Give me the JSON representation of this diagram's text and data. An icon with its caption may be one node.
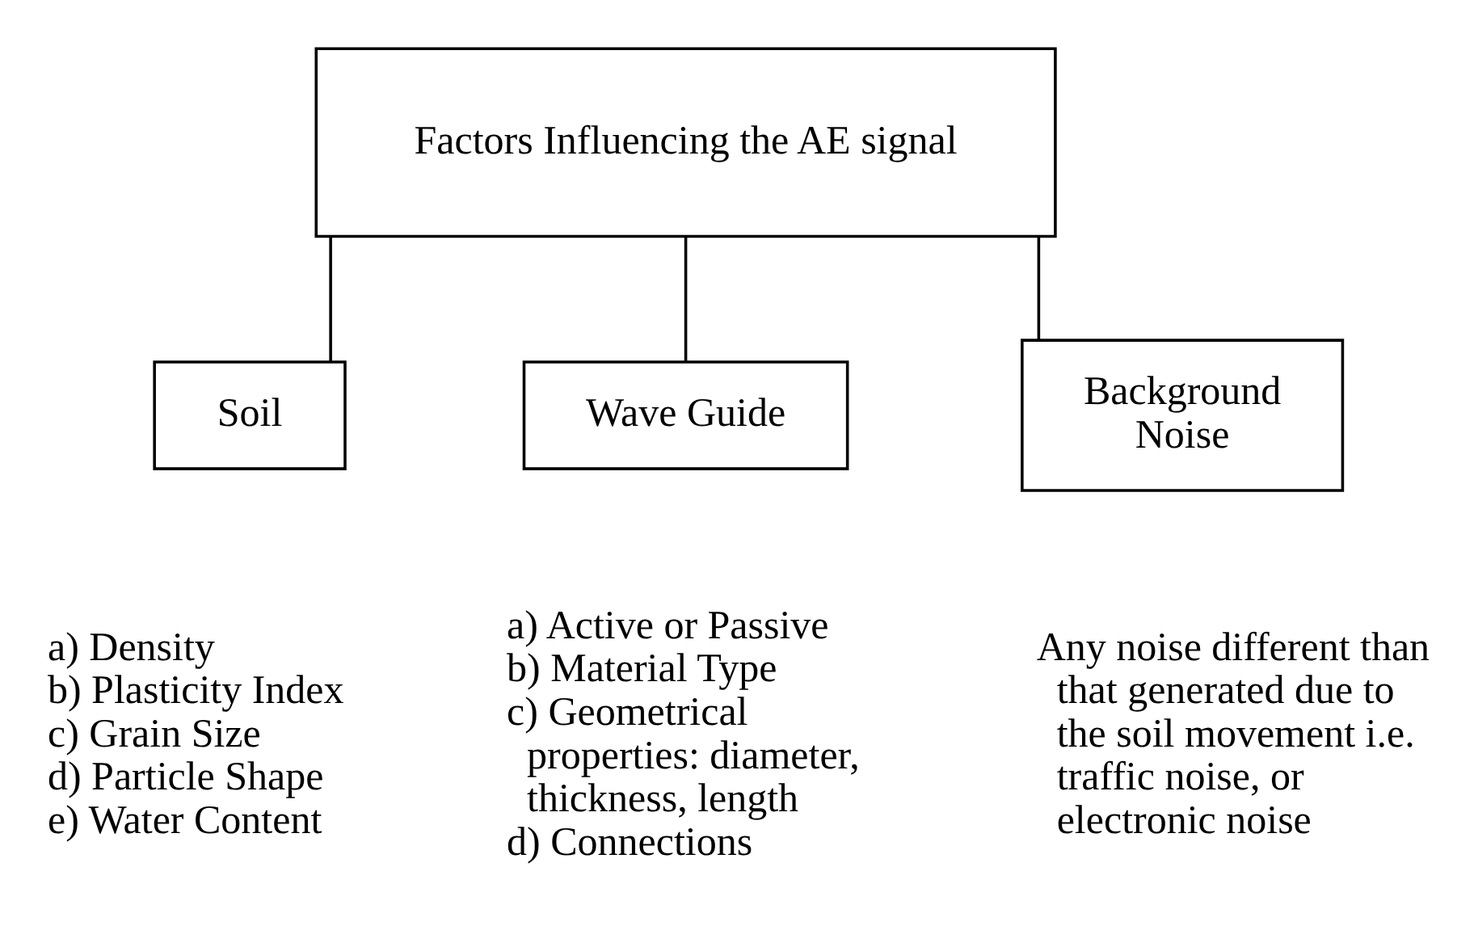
{
  "diagram": {
    "nodes": [
      {
        "text": [
          "Factors Influencing the AE signal"
        ]
      },
      {
        "text": [
          "Soil"
        ],
        "beside": [
          "a) Density",
          "b) Plasticity Index",
          "c) Grain Size",
          "d) Particle Shape",
          "e) Water Content"
        ]
      },
      {
        "text": [
          "Wave Guide"
        ],
        "beside": [
          "a) Active or Passive",
          "b) Material Type",
          "c) Geometrical properties: diameter, thickness, length",
          "d) Connections"
        ]
      },
      {
        "text": [
          "Background Noise"
        ],
        "beside": [
          "Any noise different than that generated due to the soil movement i.e. traffic noise, or electronic noise"
        ]
      }
    ],
    "edges": [
      {
        "from": 0,
        "to": 1,
        "arrow": "none"
      },
      {
        "from": 0,
        "to": 2,
        "arrow": "none"
      },
      {
        "from": 0,
        "to": 3,
        "arrow": "none"
      }
    ]
  }
}
